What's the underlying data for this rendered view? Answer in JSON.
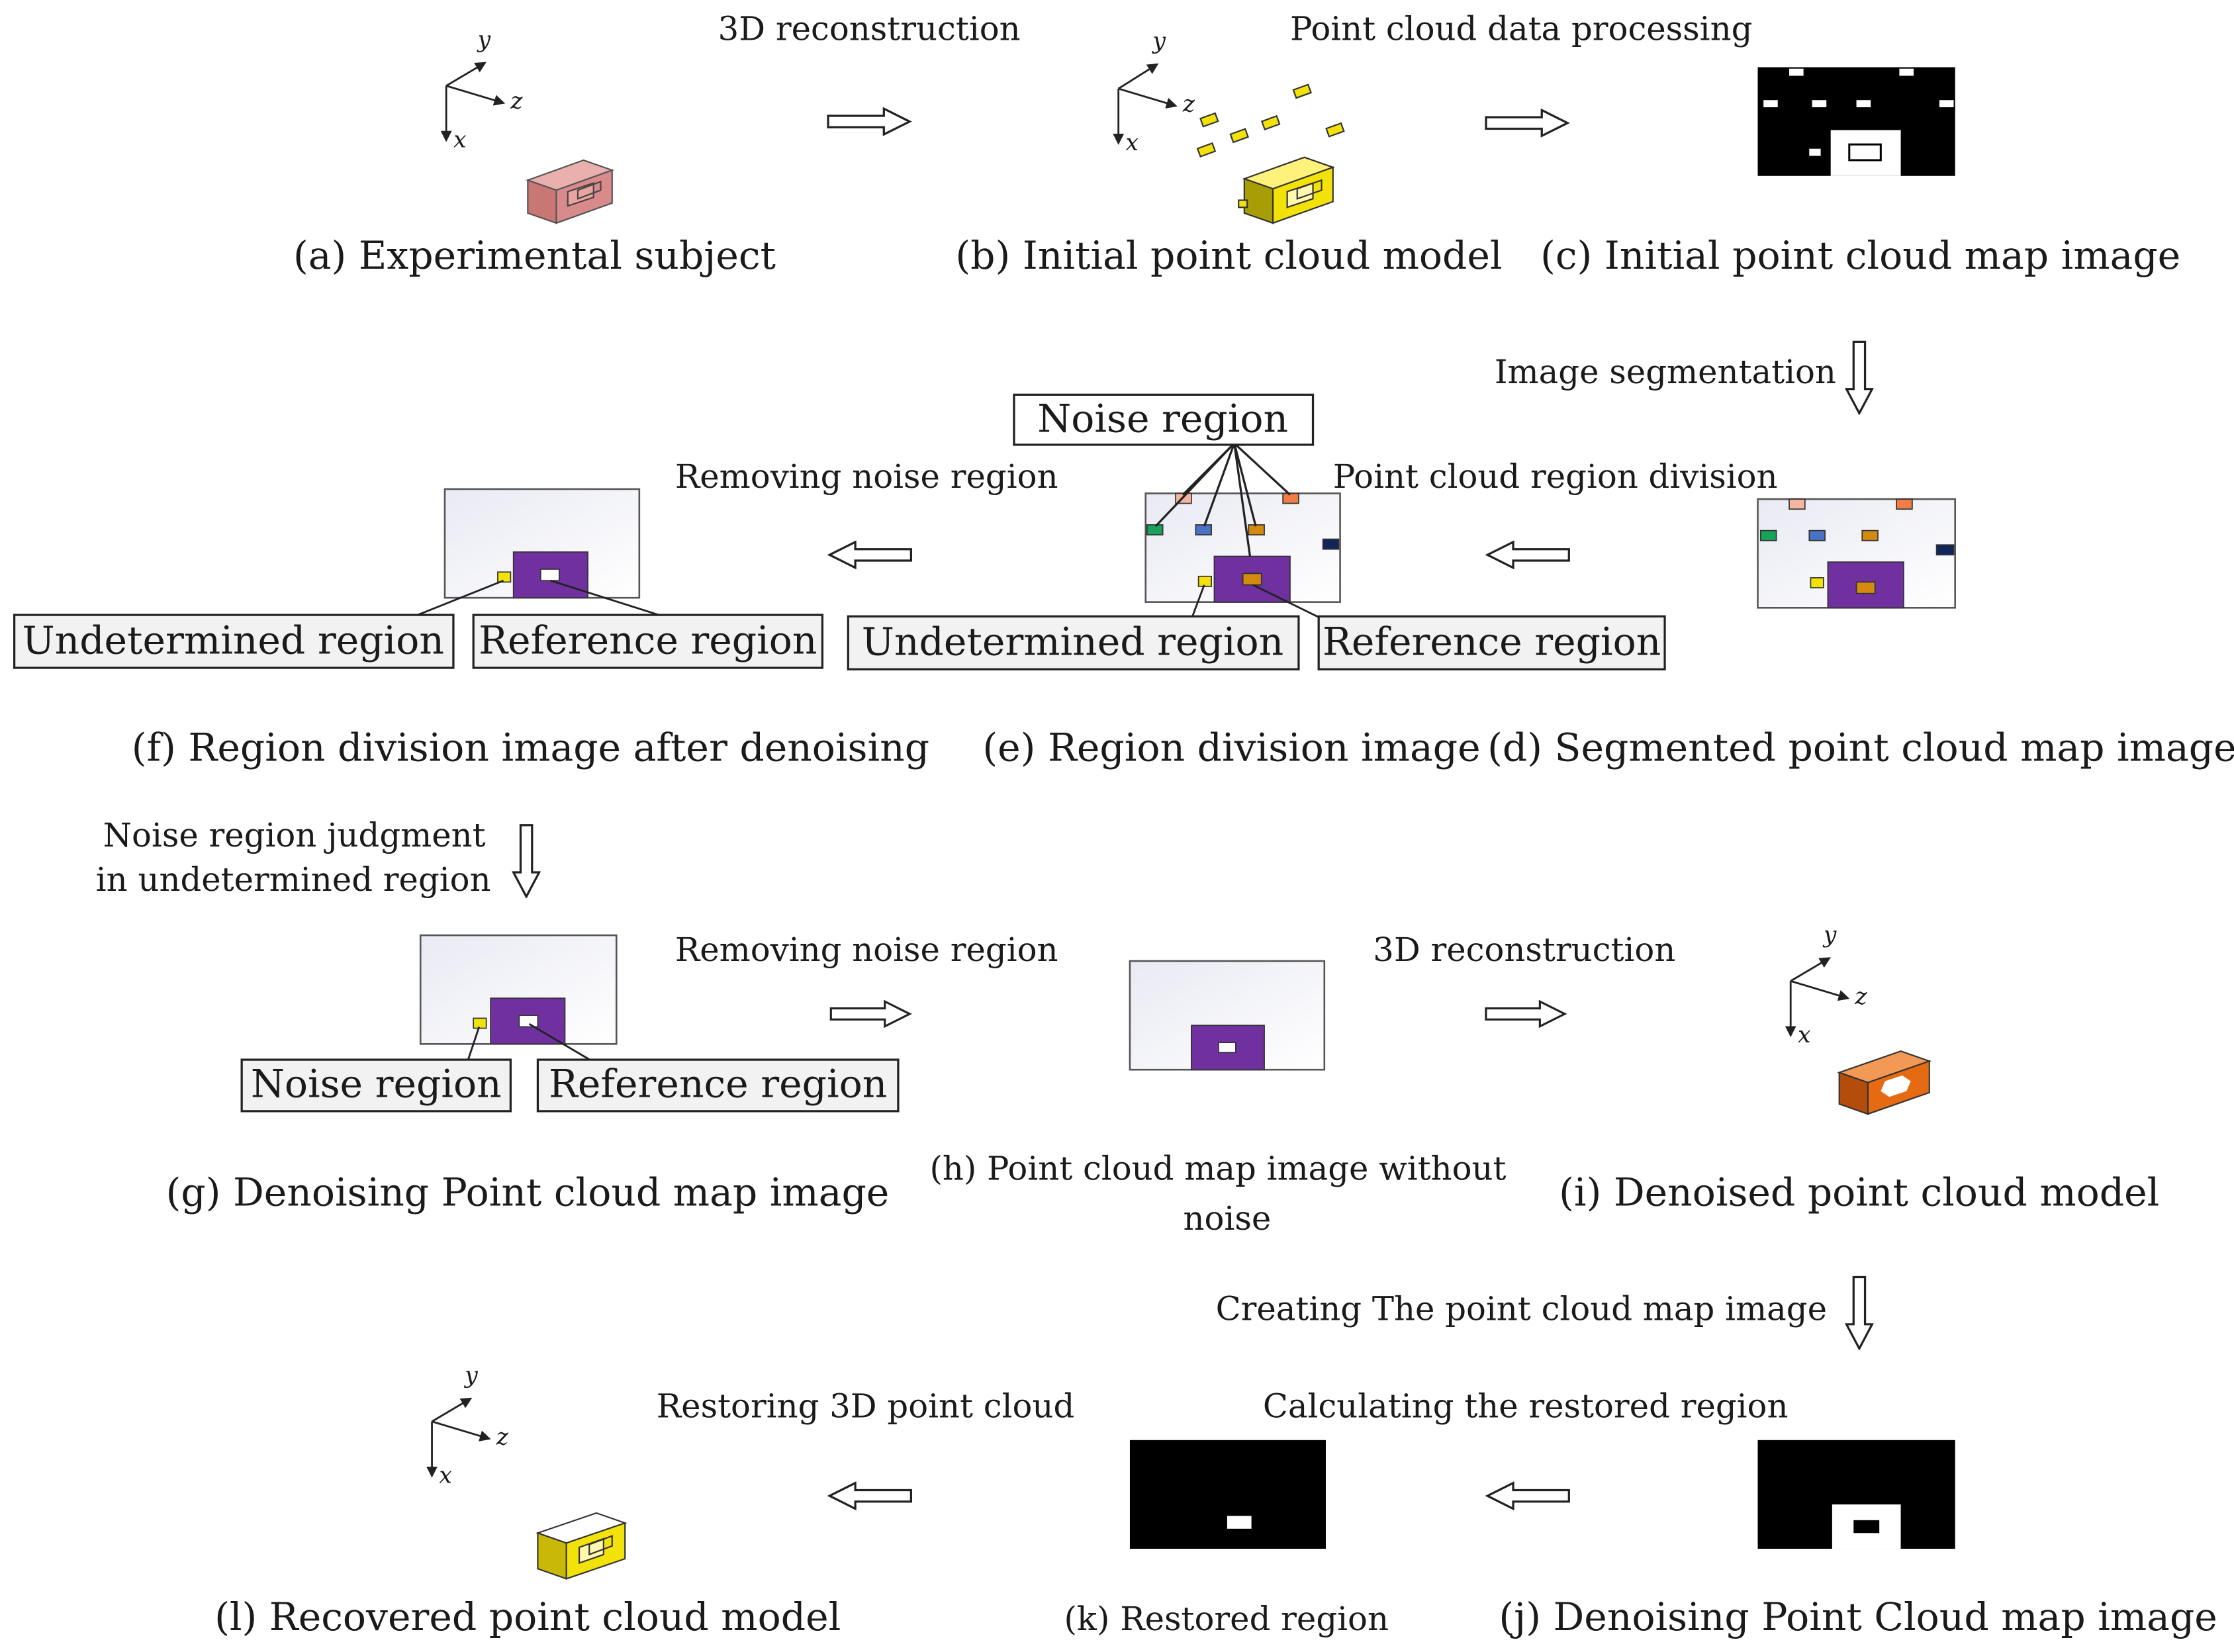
{
  "axes": {
    "x": "x",
    "y": "y",
    "z": "z"
  },
  "captions": {
    "a": "(a) Experimental subject",
    "b": "(b) Initial point cloud model",
    "c": "(c) Initial point cloud map image",
    "d": "(d) Segmented point cloud map image",
    "e": "(e) Region division image",
    "f": "(f) Region division image after denoising",
    "g": "(g) Denoising Point cloud map image",
    "h_line1": "(h) Point cloud map image without",
    "h_line2": "noise",
    "i": "(i) Denoised point cloud model",
    "j": "(j) Denoising Point Cloud map image",
    "k": "(k) Restored region",
    "l": "(l) Recovered point cloud model"
  },
  "steps": {
    "ab": "3D reconstruction",
    "bc": "Point cloud data processing",
    "cd": "Image segmentation",
    "de": "Point cloud region division",
    "ef": "Removing noise region",
    "fg_line1": "Noise region judgment",
    "fg_line2": "in undetermined region",
    "gh": "Removing noise region",
    "hi": "3D reconstruction",
    "ij": "Creating The point cloud map image",
    "jk": "Calculating the restored region",
    "kl": "Restoring 3D point cloud"
  },
  "labels": {
    "noise_region": "Noise region",
    "undetermined_region": "Undetermined region",
    "reference_region": "Reference region"
  },
  "colors": {
    "subject_a": "#d98a8a",
    "yellow_model": "#f2e20a",
    "orange_model": "#e56a12",
    "purple": "#7030a0",
    "orange_small": "#d4890f",
    "salmon": "#f4b6a0",
    "orange2": "#ef7d45",
    "green": "#17a35a",
    "blue": "#4a72c4",
    "navy": "#12255a"
  }
}
